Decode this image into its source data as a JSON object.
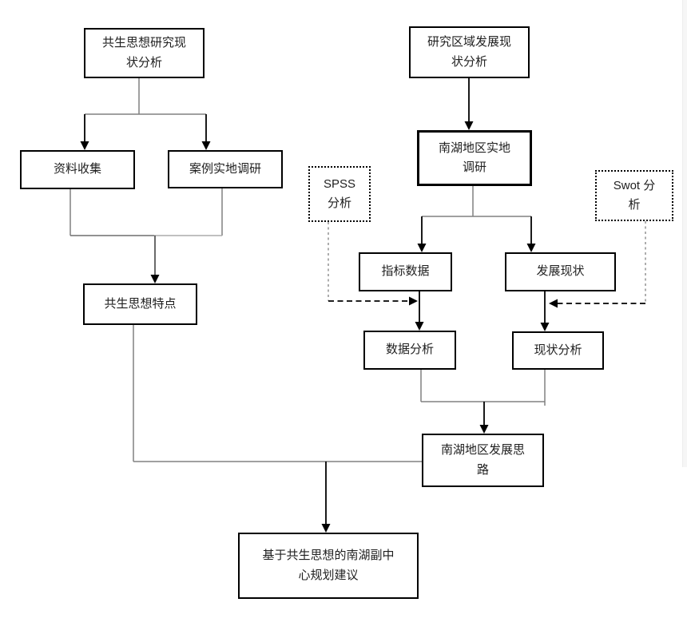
{
  "diagram": {
    "nodes": {
      "symbiosis_research_status": {
        "label": "共生思想研究现\n状分析",
        "style": "solid"
      },
      "region_dev_status": {
        "label": "研究区域发展现\n状分析",
        "style": "solid"
      },
      "data_collection": {
        "label": "资料收集",
        "style": "solid"
      },
      "case_field_research": {
        "label": "案例实地调研",
        "style": "solid"
      },
      "nanhu_field_research": {
        "label": "南湖地区实地\n调研",
        "style": "solid"
      },
      "spss_analysis": {
        "label": "SPSS\n分析",
        "style": "dotted"
      },
      "swot_analysis": {
        "label": "Swot 分\n析",
        "style": "dotted"
      },
      "indicator_data": {
        "label": "指标数据",
        "style": "solid"
      },
      "development_status": {
        "label": "发展现状",
        "style": "solid"
      },
      "data_analysis": {
        "label": "数据分析",
        "style": "solid"
      },
      "status_analysis": {
        "label": "现状分析",
        "style": "solid"
      },
      "symbiosis_features": {
        "label": "共生思想特点",
        "style": "solid"
      },
      "nanhu_dev_ideas": {
        "label": "南湖地区发展思\n路",
        "style": "solid"
      },
      "final_proposal": {
        "label": "基于共生思想的南湖副中\n心规划建议",
        "style": "solid"
      }
    },
    "edges": [
      {
        "from": "symbiosis_research_status",
        "to": "data_collection",
        "style": "solid-arrow"
      },
      {
        "from": "symbiosis_research_status",
        "to": "case_field_research",
        "style": "solid-arrow"
      },
      {
        "from": "data_collection",
        "to": "symbiosis_features",
        "style": "merged-solid-arrow"
      },
      {
        "from": "case_field_research",
        "to": "symbiosis_features",
        "style": "merged-solid-arrow"
      },
      {
        "from": "region_dev_status",
        "to": "nanhu_field_research",
        "style": "solid-arrow"
      },
      {
        "from": "nanhu_field_research",
        "to": "indicator_data",
        "style": "solid-arrow"
      },
      {
        "from": "nanhu_field_research",
        "to": "development_status",
        "style": "solid-arrow"
      },
      {
        "from": "indicator_data",
        "to": "data_analysis",
        "style": "solid-arrow"
      },
      {
        "from": "development_status",
        "to": "status_analysis",
        "style": "solid-arrow"
      },
      {
        "from": "spss_analysis",
        "to": "data_analysis",
        "style": "dashed-arrow"
      },
      {
        "from": "swot_analysis",
        "to": "status_analysis",
        "style": "dashed-arrow"
      },
      {
        "from": "data_analysis",
        "to": "nanhu_dev_ideas",
        "style": "merged-solid-arrow"
      },
      {
        "from": "status_analysis",
        "to": "nanhu_dev_ideas",
        "style": "merged-solid-arrow"
      },
      {
        "from": "symbiosis_features",
        "to": "final_proposal",
        "style": "merged-solid-arrow"
      },
      {
        "from": "nanhu_dev_ideas",
        "to": "final_proposal",
        "style": "merged-solid-arrow"
      }
    ],
    "colors": {
      "background": "#ffffff",
      "box_border": "#000000",
      "text": "#1f1f1f",
      "connector_gray": "#808080",
      "arrow_black": "#000000"
    }
  }
}
